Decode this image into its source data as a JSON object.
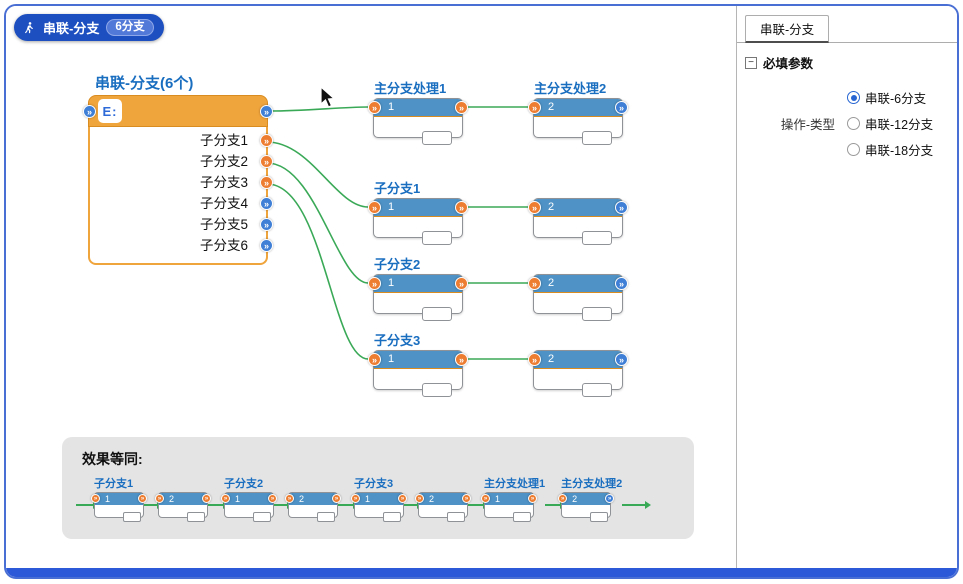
{
  "colors": {
    "accent_blue": "#1a6ec0",
    "frame_blue": "#4a6fd4",
    "bar_blue": "#2b59d8",
    "badge_blue": "#1d4fc0",
    "node_header_blue": "#4e92c6",
    "orange": "#f0a43c",
    "port_orange": "#ed7d31",
    "port_blue": "#3f7fd6",
    "green": "#3aa957"
  },
  "icons": {
    "chevron": "»",
    "collapse": "−"
  },
  "badge": {
    "title": "串联-分支",
    "count": "6分支"
  },
  "main_node": {
    "title": "串联-分支(6个)",
    "icon": "E:",
    "branches": [
      "子分支1",
      "子分支2",
      "子分支3",
      "子分支4",
      "子分支5",
      "子分支6"
    ]
  },
  "flow_rows": [
    {
      "label": "主分支处理1",
      "label2": "主分支处理2",
      "n1": "1",
      "n2": "2"
    },
    {
      "label": "子分支1",
      "n1": "1",
      "n2": "2"
    },
    {
      "label": "子分支2",
      "n1": "1",
      "n2": "2"
    },
    {
      "label": "子分支3",
      "n1": "1",
      "n2": "2"
    }
  ],
  "equivalence": {
    "title": "效果等同:",
    "groups": [
      {
        "label": "子分支1",
        "nodes": [
          "1",
          "2"
        ]
      },
      {
        "label": "子分支2",
        "nodes": [
          "1",
          "2"
        ]
      },
      {
        "label": "子分支3",
        "nodes": [
          "1",
          "2"
        ]
      },
      {
        "label": "主分支处理1",
        "nodes": [
          "1"
        ]
      },
      {
        "label": "主分支处理2",
        "nodes": [
          "2"
        ]
      }
    ]
  },
  "sidebar": {
    "tab": "串联-分支",
    "section_title": "必填参数",
    "param_label": "操作-类型",
    "options": [
      {
        "label": "串联-6分支",
        "selected": true
      },
      {
        "label": "串联-12分支",
        "selected": false
      },
      {
        "label": "串联-18分支",
        "selected": false
      }
    ]
  }
}
